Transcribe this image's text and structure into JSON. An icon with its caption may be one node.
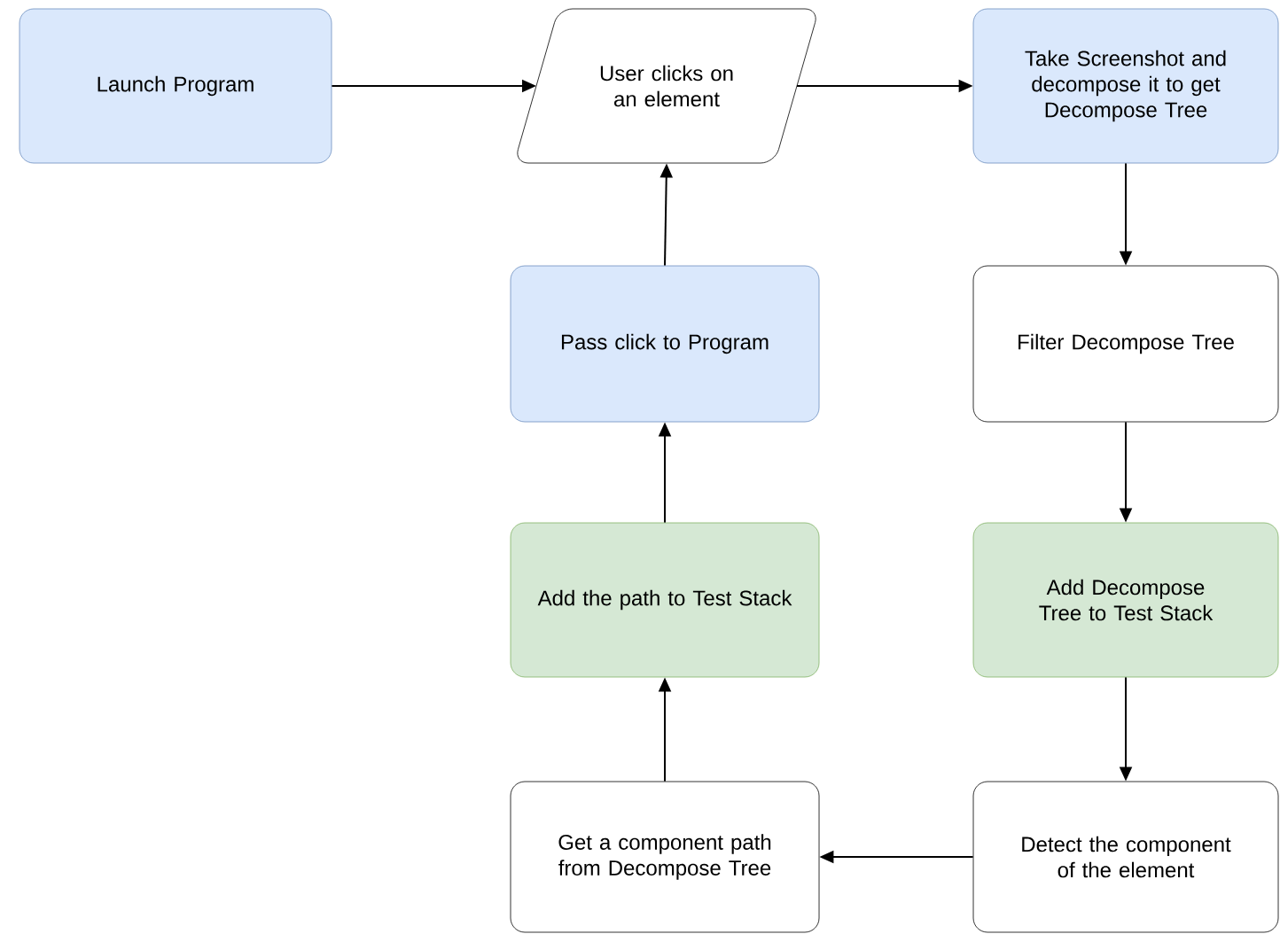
{
  "diagram": {
    "nodes": [
      {
        "text": [
          "Launch Program"
        ]
      },
      {
        "text": [
          "User clicks on an element"
        ]
      },
      {
        "text": [
          "Take Screenshot and decompose it to get Decompose Tree"
        ]
      },
      {
        "text": [
          "Filter Decompose Tree"
        ]
      },
      {
        "text": [
          "Add Decompose Tree to Test Stack"
        ]
      },
      {
        "text": [
          "Detect the component of the element"
        ]
      },
      {
        "text": [
          "Get a component path from Decompose Tree"
        ]
      },
      {
        "text": [
          "Add the path to Test Stack"
        ]
      },
      {
        "text": [
          "Pass click to Program"
        ]
      }
    ],
    "edges": [
      {
        "from": 0,
        "to": 1,
        "arrow": "to"
      },
      {
        "from": 1,
        "to": 2,
        "arrow": "to"
      },
      {
        "from": 2,
        "to": 3,
        "arrow": "to"
      },
      {
        "from": 3,
        "to": 4,
        "arrow": "to"
      },
      {
        "from": 4,
        "to": 5,
        "arrow": "to"
      },
      {
        "from": 5,
        "to": 6,
        "arrow": "to"
      },
      {
        "from": 6,
        "to": 7,
        "arrow": "to"
      },
      {
        "from": 7,
        "to": 8,
        "arrow": "to"
      },
      {
        "from": 8,
        "to": 1,
        "arrow": "to"
      }
    ]
  }
}
